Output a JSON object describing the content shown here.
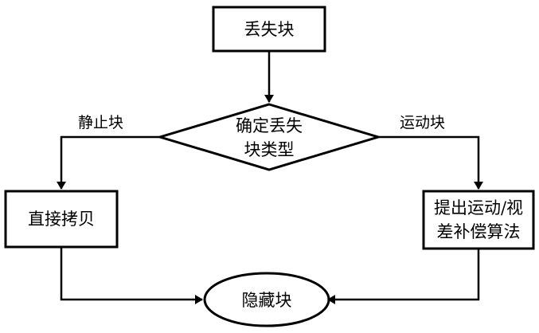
{
  "nodes": {
    "lost_block": "丢失块",
    "determine_type_line1": "确定丢失",
    "determine_type_line2": "块类型",
    "direct_copy": "直接拷贝",
    "motion_comp_line1": "提出运动/视",
    "motion_comp_line2": "差补偿算法",
    "hidden_block": "隐藏块"
  },
  "edges": {
    "static_block": "静止块",
    "motion_block": "运动块"
  }
}
